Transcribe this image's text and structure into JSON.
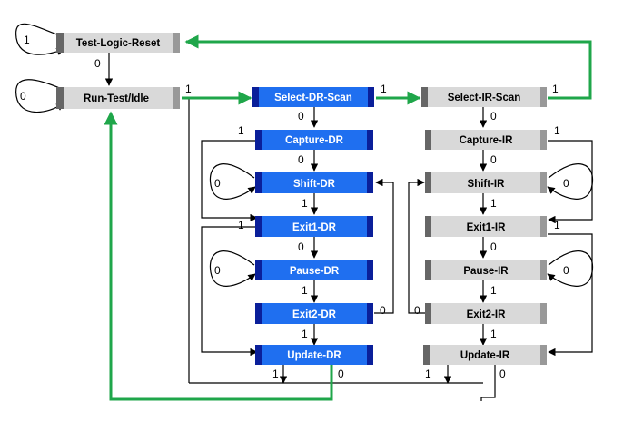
{
  "states": {
    "test_logic_reset": "Test-Logic-Reset",
    "run_test_idle": "Run-Test/Idle",
    "select_dr_scan": "Select-DR-Scan",
    "capture_dr": "Capture-DR",
    "shift_dr": "Shift-DR",
    "exit1_dr": "Exit1-DR",
    "pause_dr": "Pause-DR",
    "exit2_dr": "Exit2-DR",
    "update_dr": "Update-DR",
    "select_ir_scan": "Select-IR-Scan",
    "capture_ir": "Capture-IR",
    "shift_ir": "Shift-IR",
    "exit1_ir": "Exit1-IR",
    "pause_ir": "Pause-IR",
    "exit2_ir": "Exit2-IR",
    "update_ir": "Update-IR"
  },
  "edge_labels": {
    "one": "1",
    "zero": "0"
  },
  "colors": {
    "dr_fill": "#1f6ff0",
    "dr_dark": "#0a1f9a",
    "dr_text": "#ffffff",
    "ir_fill": "#d9d9d9",
    "ir_dark": "#7a7a7a",
    "ir_text": "#000000",
    "control_path": "#1fa64a",
    "line": "#000000"
  }
}
